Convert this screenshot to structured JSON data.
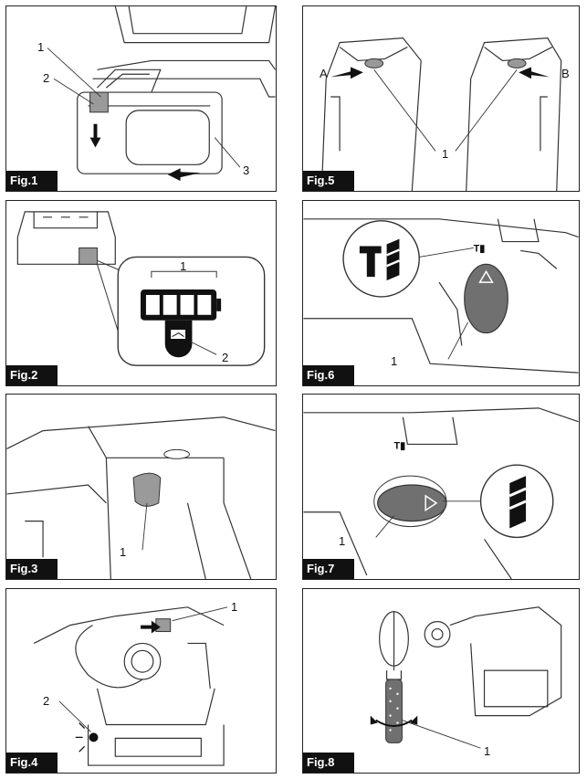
{
  "figures": [
    {
      "label": "Fig.1",
      "callouts": [
        "1",
        "2",
        "3"
      ]
    },
    {
      "label": "Fig.2",
      "callouts": [
        "1",
        "2"
      ]
    },
    {
      "label": "Fig.3",
      "callouts": [
        "1"
      ]
    },
    {
      "label": "Fig.4",
      "callouts": [
        "1",
        "2"
      ]
    },
    {
      "label": "Fig.5",
      "callouts": [
        "A",
        "B",
        "1"
      ]
    },
    {
      "label": "Fig.6",
      "callouts": [
        "1"
      ]
    },
    {
      "label": "Fig.7",
      "callouts": [
        "1"
      ]
    },
    {
      "label": "Fig.8",
      "callouts": [
        "1"
      ]
    }
  ],
  "colors": {
    "ink": "#111111",
    "line": "#333333",
    "shade": "#bdbdbd",
    "dark_shade": "#6f6f6f"
  },
  "icons": [
    "hammer-drill-mode-icon",
    "drill-only-mode-icon",
    "battery-indicator-icon",
    "battery-warning-icon",
    "push-arrow-icon",
    "slide-arrow-icon",
    "rotate-arrow-icon"
  ]
}
